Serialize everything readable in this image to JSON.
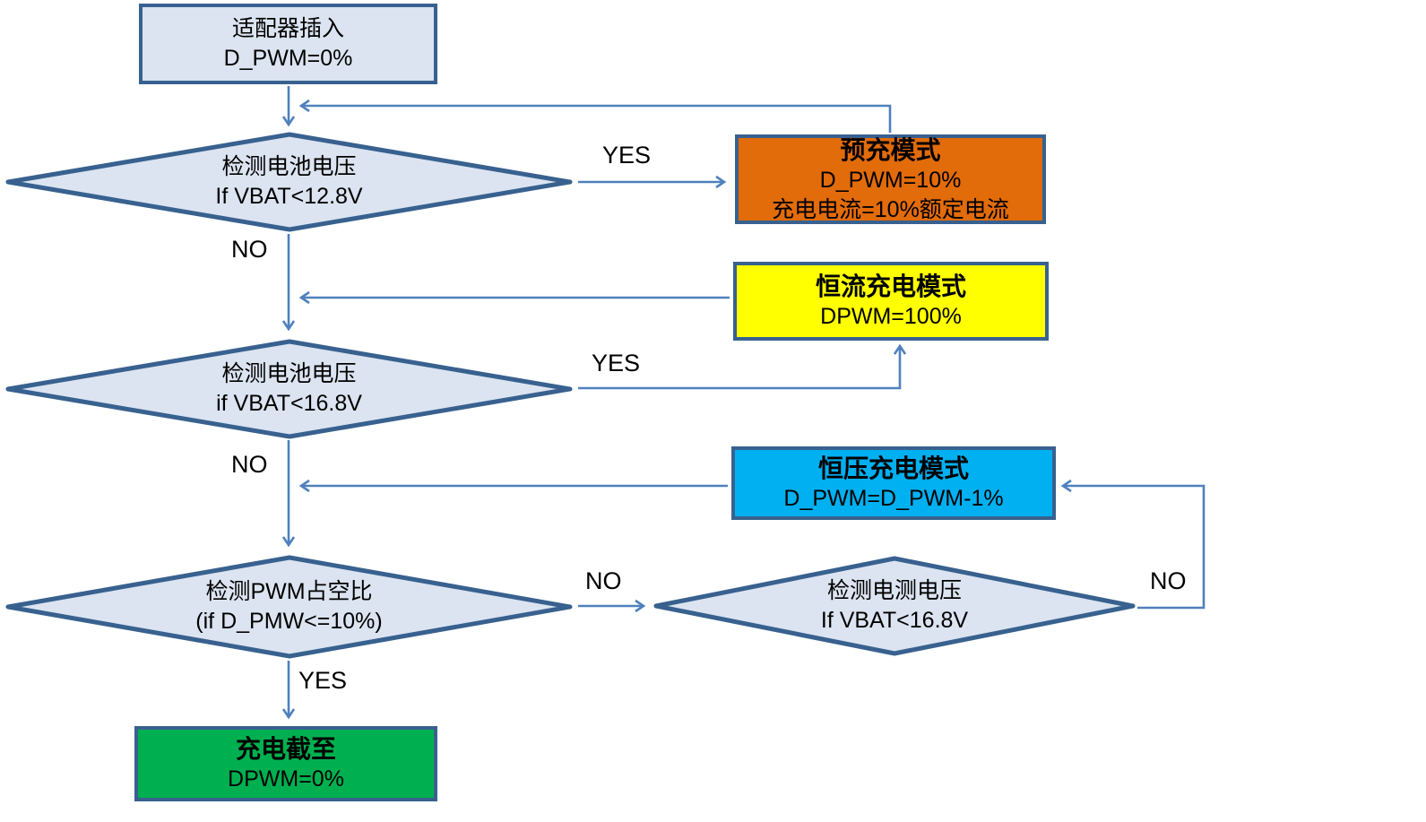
{
  "diagram": {
    "title_hint": "battery charging PWM control flowchart",
    "nodes": {
      "start": {
        "lines": [
          "适配器插入",
          "D_PWM=0%"
        ]
      },
      "check_vbat_12v8": {
        "lines": [
          "检测电池电压",
          "If VBAT<12.8V"
        ]
      },
      "precharge": {
        "title": "预充模式",
        "lines": [
          "D_PWM=10%",
          "充电电流=10%额定电流"
        ]
      },
      "constant_current": {
        "title": "恒流充电模式",
        "lines": [
          "DPWM=100%"
        ]
      },
      "check_vbat_16v8": {
        "lines": [
          "检测电池电压",
          "if VBAT<16.8V"
        ]
      },
      "constant_voltage": {
        "title": "恒压充电模式",
        "lines": [
          "D_PWM=D_PWM-1%"
        ]
      },
      "check_duty": {
        "lines": [
          "检测PWM占空比",
          "(if D_PMW<=10%)"
        ]
      },
      "check_vbat_right": {
        "lines": [
          "检测电测电压",
          "If VBAT<16.8V"
        ]
      },
      "charge_end": {
        "title": "充电截至",
        "lines": [
          "DPWM=0%"
        ]
      }
    },
    "edge_labels": {
      "d1_yes": "YES",
      "d1_no": "NO",
      "d2_yes": "YES",
      "d2_no": "NO",
      "d3_no": "NO",
      "d3_yes": "YES",
      "d4_no": "NO"
    },
    "colors": {
      "node_fill": "#dbe4f0",
      "node_border": "#38618f",
      "connector": "#4f81bd",
      "precharge_fill": "#e26b0a",
      "constant_current_fill": "#ffff00",
      "constant_voltage_fill": "#00b0f0",
      "charge_end_fill": "#00b050",
      "text": "#000000"
    }
  }
}
